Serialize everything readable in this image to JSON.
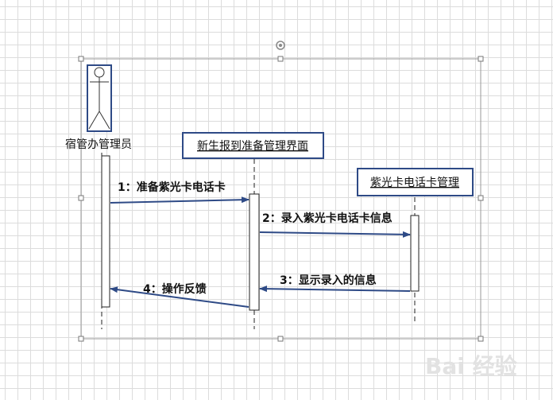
{
  "diagram": {
    "actor": {
      "name": "宿管办管理员"
    },
    "objects": [
      {
        "name": "新生报到准备管理界面"
      },
      {
        "name": "紫光卡电话卡管理"
      }
    ],
    "messages": [
      {
        "label": "1：准备紫光卡电话卡",
        "kind": "call"
      },
      {
        "label": "2：录入紫光卡电话卡信息",
        "kind": "call"
      },
      {
        "label": "3：显示录入的信息",
        "kind": "return"
      },
      {
        "label": "4：操作反馈",
        "kind": "return"
      }
    ]
  },
  "watermark": {
    "text": "Bai  经验"
  },
  "colors": {
    "arrow": "#2e4a86",
    "box_border": "#2e4a86",
    "selection": "#9a9a9a"
  }
}
